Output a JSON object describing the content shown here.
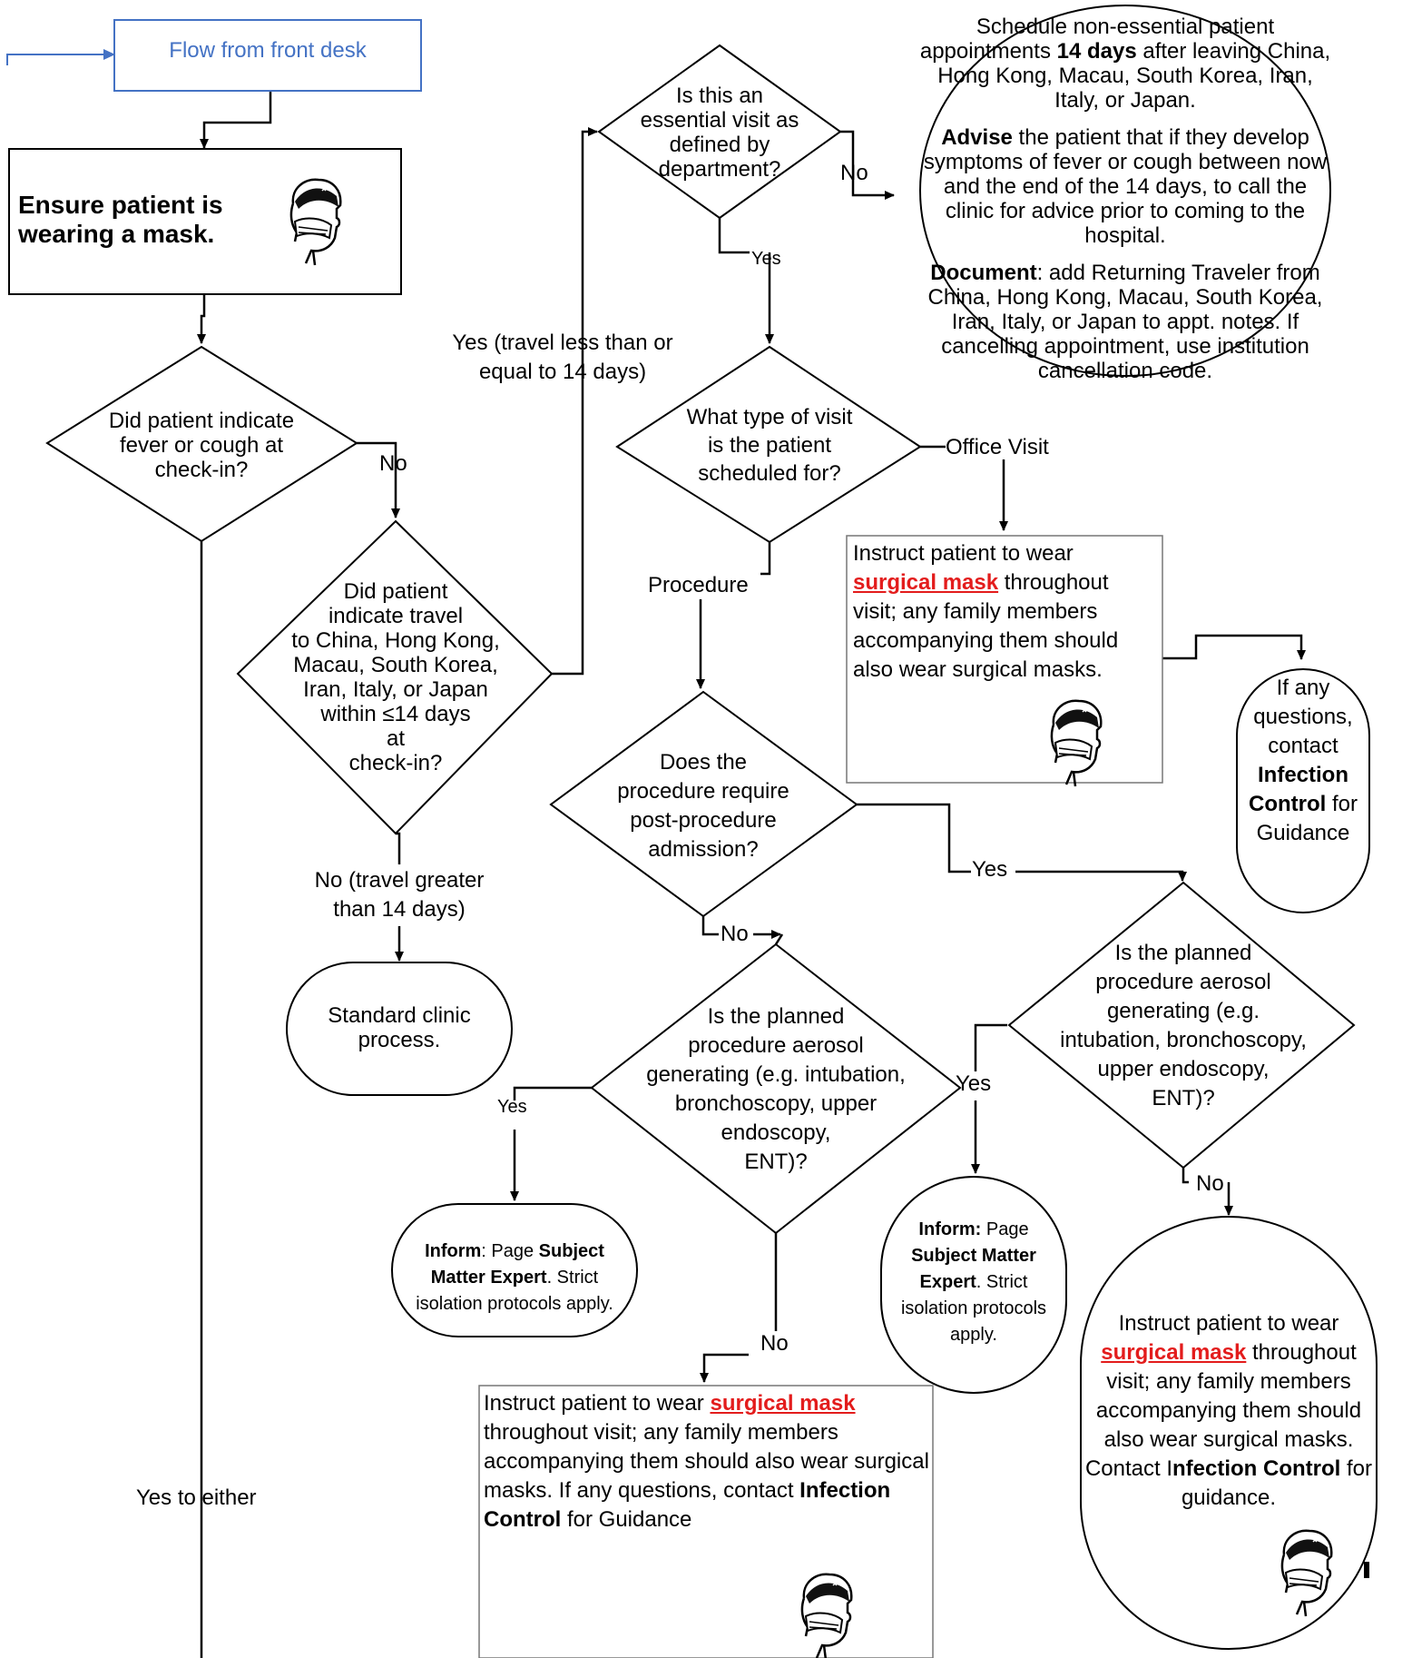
{
  "front_desk": "Flow from front desk",
  "mask_box": {
    "title_1": "Ensure patient is",
    "title_2": "wearing a mask."
  },
  "q_fever": [
    "Did patient indicate",
    "fever or cough at",
    "check-in?"
  ],
  "q_travel": [
    "Did patient",
    "indicate travel",
    "to China, Hong Kong,",
    "Macau, South Korea,",
    "Iran, Italy, or Japan",
    "within ≤14 days",
    "at",
    "check-in?"
  ],
  "q_essential": [
    "Is this an",
    "essential visit as",
    "defined by",
    "department?"
  ],
  "q_visit_type": [
    "What type of visit",
    "is the patient",
    "scheduled for?"
  ],
  "q_admission": [
    "Does the",
    "procedure require",
    "post-procedure",
    "admission?"
  ],
  "q_aerosol_left": [
    "Is the planned",
    "procedure aerosol",
    "generating (e.g. intubation,",
    "bronchoscopy, upper",
    "endoscopy,",
    "ENT)?"
  ],
  "q_aerosol_right": [
    "Is the planned",
    "procedure aerosol",
    "generating (e.g.",
    "intubation, bronchoscopy,",
    "upper endoscopy,",
    "ENT)?"
  ],
  "labels": {
    "no_fever": "No",
    "yes_travel_1": "Yes (travel less than or",
    "yes_travel_2": "equal to 14 days)",
    "no_travel_1": "No (travel greater",
    "no_travel_2": "than 14 days)",
    "no_essential": "No",
    "yes_essential": "Yes",
    "office_visit": "Office Visit",
    "procedure": "Procedure",
    "yes_admission": "Yes",
    "no_admission": "No",
    "yes_aerosol_left": "Yes",
    "no_aerosol_left": "No",
    "yes_aerosol_right": "Yes",
    "no_aerosol_right": "No",
    "yes_either": "Yes to either"
  },
  "schedule_box": {
    "p1_a": "Schedule non-essential patient appointments ",
    "p1_b": "14 days",
    "p1_c": " after leaving China, Hong Kong, Macau, South Korea, Iran, Italy, or Japan.",
    "p2_a": "Advise",
    "p2_b": " the patient that if they develop symptoms of fever or cough between now and the end of the 14 days, to call the clinic for advice prior to coming to the hospital.",
    "p3_a": "Document",
    "p3_b": ": add Returning Traveler from China, Hong Kong, Macau, South Korea, Iran, Italy, or Japan to appt. notes. If cancelling appointment, use institution cancellation code."
  },
  "office_box": {
    "a": "Instruct patient to wear ",
    "mask": "surgical mask",
    "b": " throughout visit; any family members accompanying them should also wear surgical masks."
  },
  "questions_box": {
    "a": "If any questions, contact ",
    "bold": "Infection Control",
    "b": " for Guidance"
  },
  "standard_box": "Standard clinic process.",
  "inform_left": {
    "b1": "Inform",
    "t1": ": Page ",
    "b2": "Subject Matter Expert",
    "t2": ". Strict isolation protocols apply."
  },
  "inform_right": {
    "b1": "Inform:",
    "t1": " Page ",
    "b2": "Subject Matter Expert",
    "t2": ". Strict isolation protocols apply."
  },
  "bottom_box": {
    "a": "Instruct patient to wear ",
    "mask": "surgical mask",
    "b": " throughout visit; any family members accompanying them should also wear surgical masks. If any questions, contact ",
    "bold": "Infection Control",
    "c": " for Guidance"
  },
  "right_box": {
    "a": "Instruct patient to wear ",
    "mask": "surgical mask",
    "b": " throughout visit; any family members accompanying them should also wear surgical masks. Contact I",
    "bold": "nfection Control",
    "c": " for guidance."
  },
  "colors": {
    "front_desk": "#4472c4",
    "mask_red": "#e31c1c"
  }
}
